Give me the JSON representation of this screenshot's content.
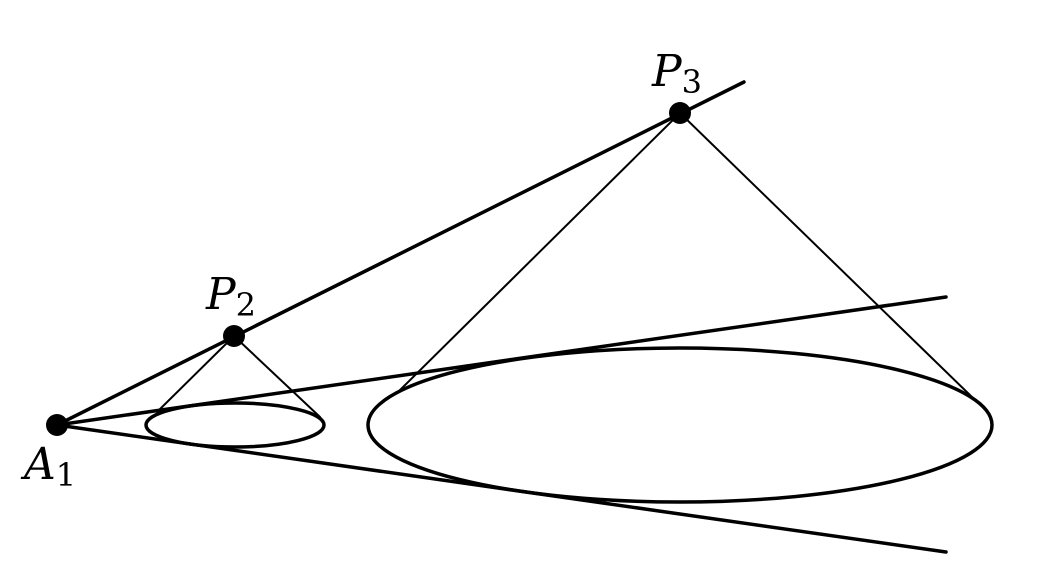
{
  "diagram": {
    "points": {
      "a1": {
        "base": "A",
        "sub": "1"
      },
      "p2": {
        "base": "P",
        "sub": "2"
      },
      "p3": {
        "base": "P",
        "sub": "3"
      }
    },
    "colors": {
      "stroke": "#000000",
      "background": "#ffffff"
    }
  }
}
